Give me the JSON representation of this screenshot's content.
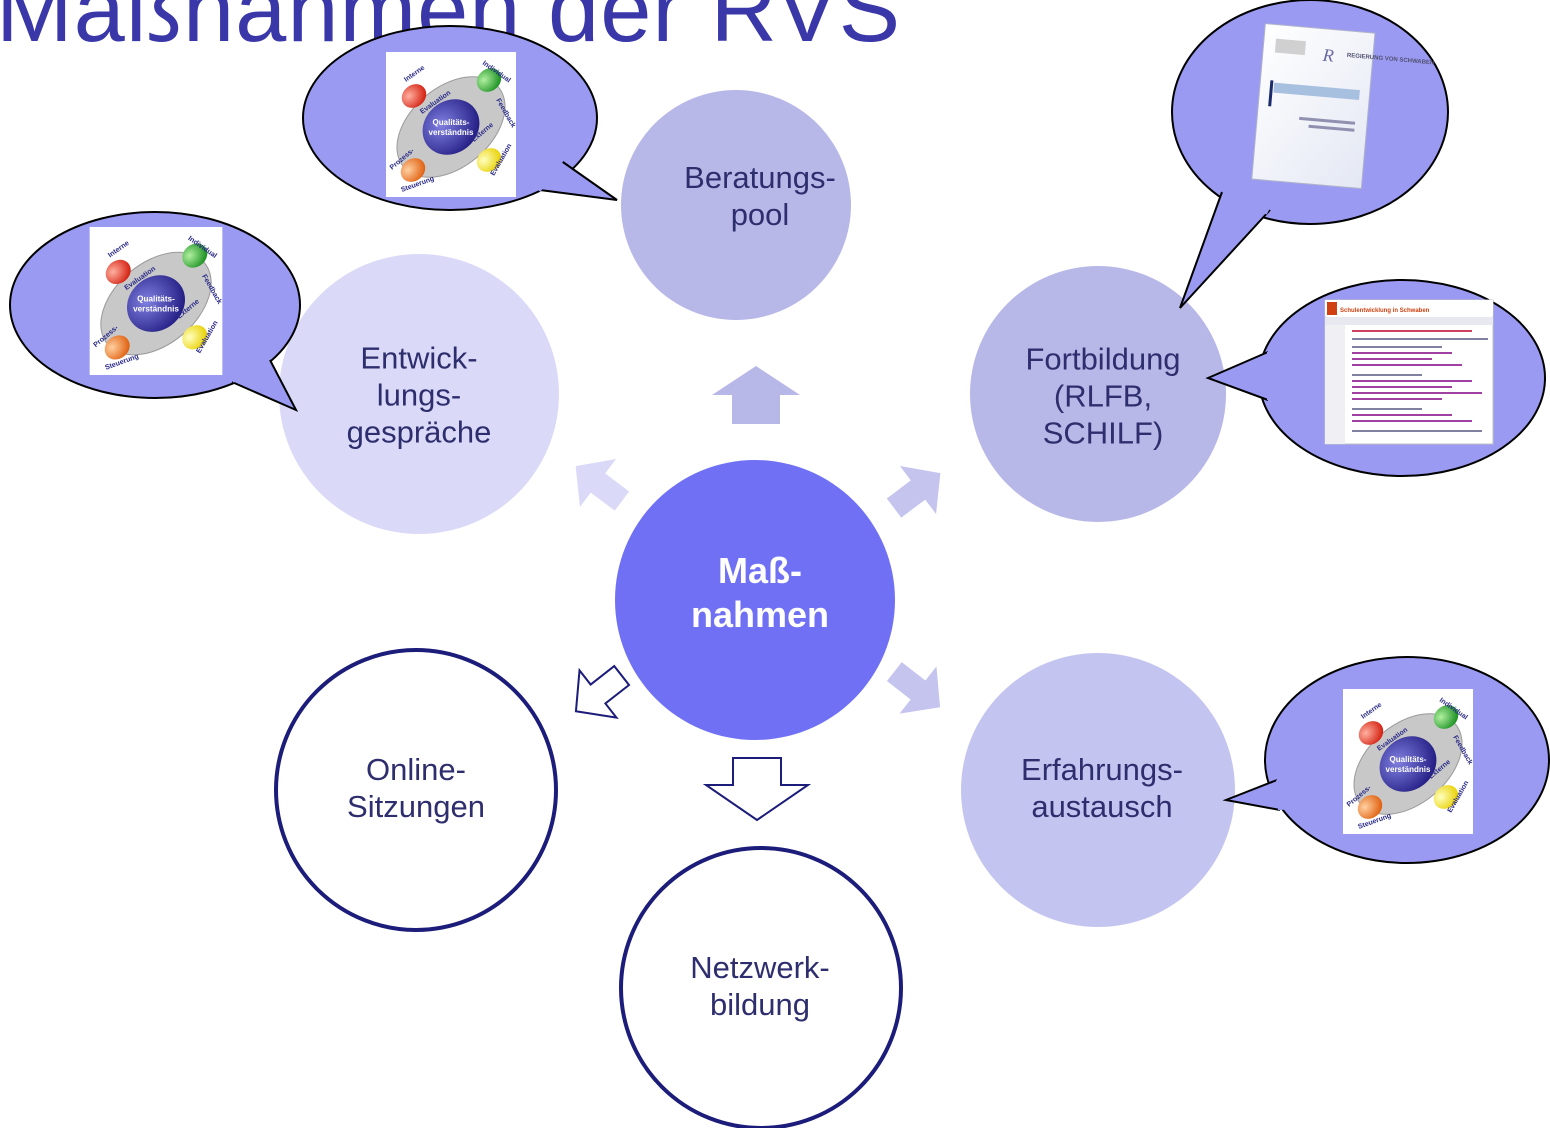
{
  "title": "Maßnahmen der RVS",
  "center": {
    "line1": "Maß-",
    "line2": "nahmen"
  },
  "nodes": {
    "beratung": {
      "lines": [
        "Beratungs-",
        "pool"
      ]
    },
    "entwicklung": {
      "lines": [
        "Entwick-",
        "lungs-",
        "gespräche"
      ]
    },
    "fortbildung": {
      "lines": [
        "Fortbildung",
        "(RLFB,",
        "SCHILF)"
      ]
    },
    "erfahrung": {
      "lines": [
        "Erfahrungs-",
        "austausch"
      ]
    },
    "online": {
      "lines": [
        "Online-",
        "Sitzungen"
      ]
    },
    "netzwerk": {
      "lines": [
        "Netzwerk-",
        "bildung"
      ]
    }
  },
  "quality_logo": {
    "center_text": "Qualitäts- verständnis",
    "labels": [
      "Interne Evaluation",
      "Individual Feedback",
      "Externe Evaluation",
      "Prozess- steuerung"
    ]
  },
  "document": {
    "header_text": "REGIERUNG VON SCHWABEN"
  },
  "webpage": {
    "header_text": "Schulentwicklung in Schwaben"
  },
  "colors": {
    "center": "#7070f5",
    "node_dark": "#b8b8e8",
    "node_light": "#dadaf8",
    "outline": "#1c1c7a",
    "bubble": "#9a9af2",
    "title": "#3a37a8"
  }
}
